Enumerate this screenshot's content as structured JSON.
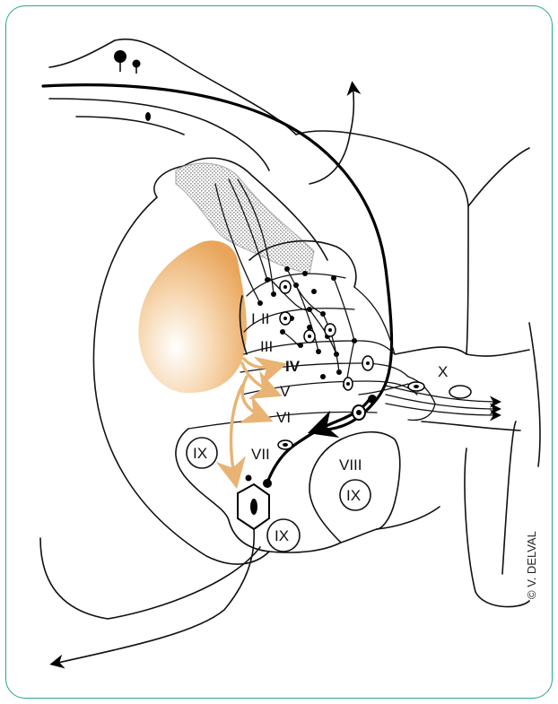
{
  "colors": {
    "frame": "#2ba58e",
    "line": "#111111",
    "orange_accent": "#e8b373",
    "shading": "#b0b0b0"
  },
  "laminae": {
    "I": "I",
    "II": "II",
    "III": "III",
    "IV": "IV",
    "V": "V",
    "VI": "VI",
    "VII": "VII",
    "VIII": "VIII",
    "IX_left": "IX",
    "IX_right": "IX",
    "IX_bottom": "IX",
    "X": "X"
  },
  "credit": "© V. DELVAL"
}
